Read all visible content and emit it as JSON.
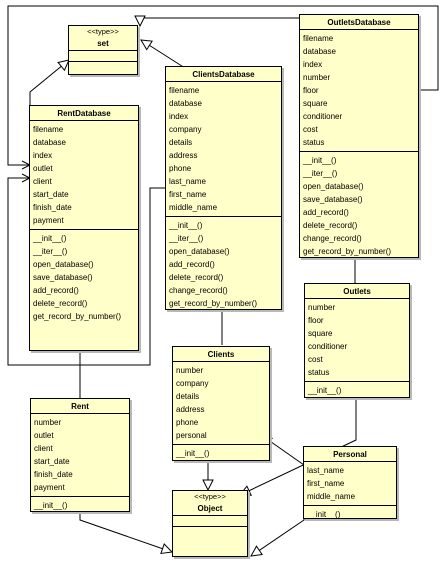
{
  "classes": {
    "set": {
      "stereotype": "<<type>>",
      "name": "set",
      "attributes": [],
      "methods": []
    },
    "outlets_database": {
      "name": "OutletsDatabase",
      "attributes": [
        "filename",
        "database",
        "index",
        "number",
        "floor",
        "square",
        "conditioner",
        "cost",
        "status"
      ],
      "methods": [
        "__init__()",
        "__iter__()",
        "open_database()",
        "save_database()",
        "add_record()",
        "delete_record()",
        "change_record()",
        "get_record_by_number()"
      ]
    },
    "clients_database": {
      "name": "ClientsDatabase",
      "attributes": [
        "filename",
        "database",
        "index",
        "company",
        "details",
        "address",
        "phone",
        "last_name",
        "first_name",
        "middle_name"
      ],
      "methods": [
        "__init__()",
        "__iter__()",
        "open_database()",
        "add_record()",
        "delete_record()",
        "change_record()",
        "get_record_by_number()"
      ]
    },
    "rent_database": {
      "name": "RentDatabase",
      "attributes": [
        "filename",
        "database",
        "index",
        "outlet",
        "client",
        "start_date",
        "finish_date",
        "payment"
      ],
      "methods": [
        "__init__()",
        "__iter__()",
        "open_database()",
        "save_database()",
        "add_record()",
        "delete_record()",
        "get_record_by_number()"
      ]
    },
    "outlets": {
      "name": "Outlets",
      "attributes": [
        "number",
        "floor",
        "square",
        "conditioner",
        "cost",
        "status"
      ],
      "methods": [
        "__init__()"
      ]
    },
    "clients": {
      "name": "Clients",
      "attributes": [
        "number",
        "company",
        "details",
        "address",
        "phone",
        "personal"
      ],
      "methods": [
        "__init__()"
      ]
    },
    "rent": {
      "name": "Rent",
      "attributes": [
        "number",
        "outlet",
        "client",
        "start_date",
        "finish_date",
        "payment"
      ],
      "methods": [
        "__init__()"
      ]
    },
    "personal": {
      "name": "Personal",
      "attributes": [
        "last_name",
        "first_name",
        "middle_name"
      ],
      "methods": [
        "__init__()"
      ]
    },
    "object": {
      "stereotype": "<<type>>",
      "name": "Object",
      "attributes": [],
      "methods": []
    }
  },
  "relations": [
    {
      "type": "generalization",
      "from": "OutletsDatabase",
      "to": "set"
    },
    {
      "type": "generalization",
      "from": "ClientsDatabase",
      "to": "set"
    },
    {
      "type": "generalization",
      "from": "RentDatabase",
      "to": "set"
    },
    {
      "type": "generalization",
      "from": "Outlets",
      "to": "Object"
    },
    {
      "type": "generalization",
      "from": "Clients",
      "to": "Object"
    },
    {
      "type": "generalization",
      "from": "Rent",
      "to": "Object"
    },
    {
      "type": "generalization",
      "from": "Personal",
      "to": "Object"
    },
    {
      "type": "aggregation",
      "whole": "OutletsDatabase",
      "part": "Outlets"
    },
    {
      "type": "aggregation",
      "whole": "ClientsDatabase",
      "part": "Clients"
    },
    {
      "type": "aggregation",
      "whole": "RentDatabase",
      "part": "Rent"
    },
    {
      "type": "association",
      "from": "Personal",
      "to": "Clients"
    },
    {
      "type": "association",
      "from": "OutletsDatabase",
      "to": "RentDatabase.outlet"
    },
    {
      "type": "association",
      "from": "ClientsDatabase",
      "to": "RentDatabase.client"
    }
  ]
}
